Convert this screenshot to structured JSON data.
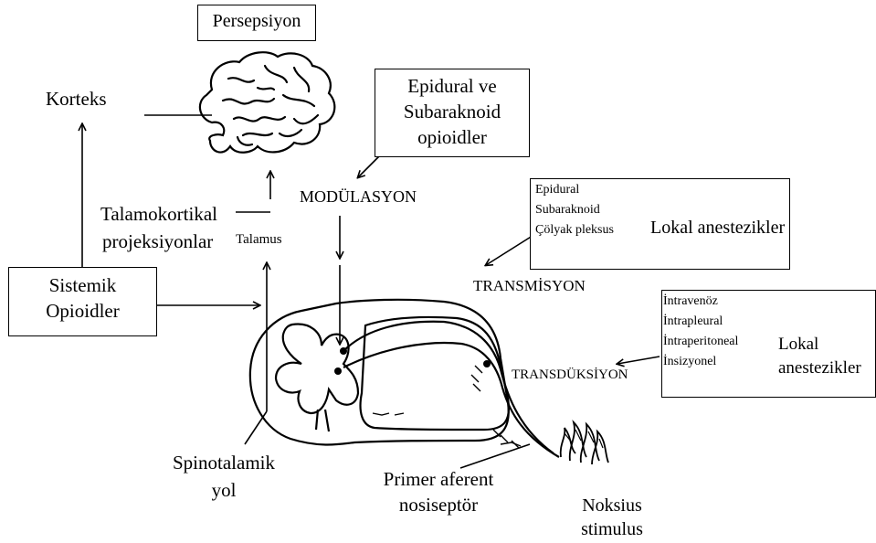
{
  "labels": {
    "perception": "Persepsiyon",
    "cortex": "Korteks",
    "epidural_box": [
      "Epidural ve",
      "Subaraknoid",
      "opioidler"
    ],
    "modulation": "MODÜLASYON",
    "thalamocortical": [
      "Talamokortikal",
      "projeksiyonlar"
    ],
    "thalamus": "Talamus",
    "systemic_opioids": [
      "Sistemik",
      "Opioidler"
    ],
    "transmission": "TRANSMİSYON",
    "transduction": "TRANSDÜKSİYON",
    "spinothalamic": [
      "Spinotalamik",
      "yol"
    ],
    "primary_afferent": [
      "Primer aferent",
      "nosiseptör"
    ],
    "noxious_stimulus": [
      "Noksius",
      "stimulus"
    ]
  },
  "transmission_box": {
    "items": [
      "Epidural",
      "Subaraknoid",
      "Çölyak pleksus"
    ],
    "result": "Lokal anestezikler"
  },
  "transduction_box": {
    "items": [
      "İntravenöz",
      "İntrapleural",
      "İntraperitoneal",
      "İnsizyonel"
    ],
    "result": [
      "Lokal",
      "anestezikler"
    ]
  },
  "colors": {
    "line": "#000000",
    "background": "#ffffff"
  }
}
